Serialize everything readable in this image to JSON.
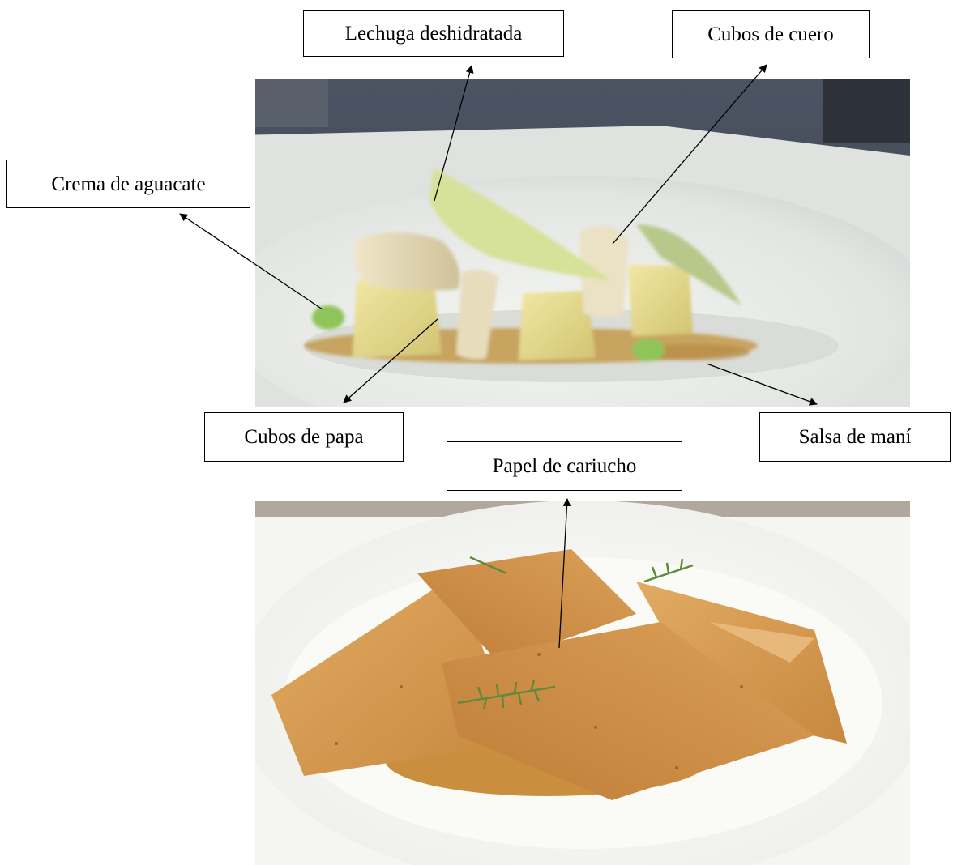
{
  "labels": {
    "lechuga": "Lechuga deshidratada",
    "cuero": "Cubos de cuero",
    "crema": "Crema de aguacate",
    "papa": "Cubos de papa",
    "mani": "Salsa de maní",
    "cariucho": "Papel de cariucho"
  },
  "photos": {
    "top": "plated dish: potato cubes, leather cubes, dehydrated lettuce, avocado cream, peanut sauce",
    "bottom": "plated dish covered with golden cariucho paper sheets and dill garnish"
  },
  "colors": {
    "plate": "#e9ebe9",
    "potato": "#e6d98a",
    "lettuce": "#d6e29a",
    "avocado": "#8fc45a",
    "sauce": "#c49a4a",
    "paper": "#d69a4e",
    "dill": "#5f8a3a"
  }
}
